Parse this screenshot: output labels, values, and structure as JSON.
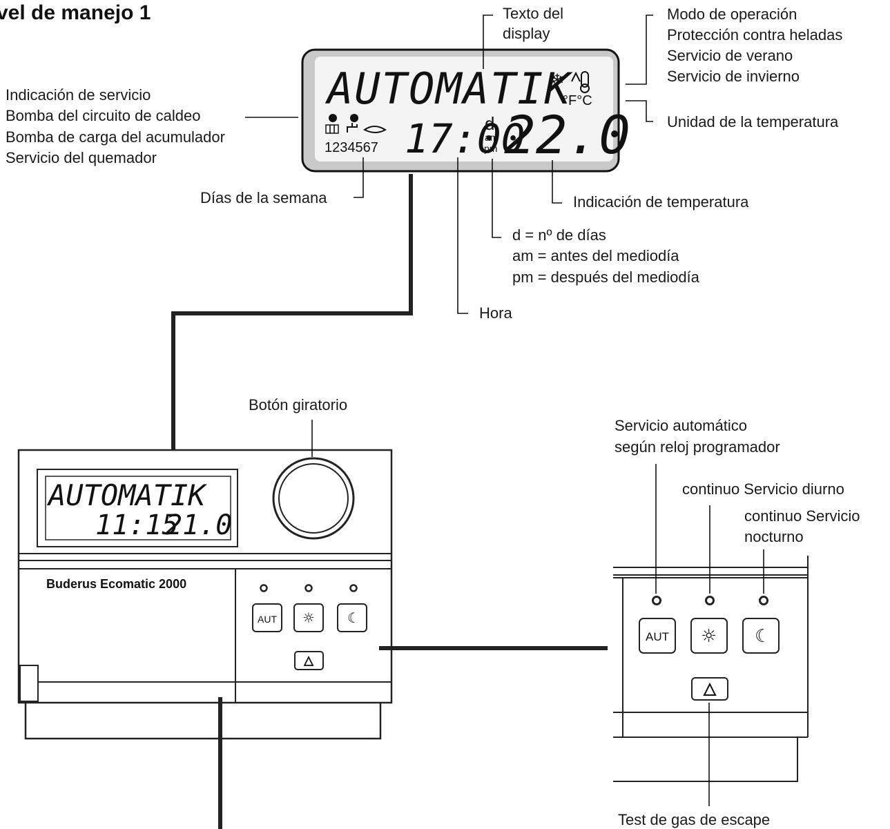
{
  "title": "vel de manejo 1",
  "display_top": {
    "text": "AUTOMATIK",
    "time": "17:00",
    "temperature": "22.0",
    "days": "1234567",
    "unit": "°F°C",
    "d": "d",
    "am": "am",
    "pm": "pm"
  },
  "labels": {
    "texto_display_1": "Texto del",
    "texto_display_2": "display",
    "modo_1": "Modo de operación",
    "modo_2": "Protección contra heladas",
    "modo_3": "Servicio de verano",
    "modo_4": "Servicio de invierno",
    "unidad": "Unidad de la temperatura",
    "ind_servicio_1": "Indicación de servicio",
    "ind_servicio_2": "Bomba del circuito de caldeo",
    "ind_servicio_3": "Bomba de carga del acumulador",
    "ind_servicio_4": "Servicio del quemador",
    "dias": "Días de la semana",
    "ind_temp": "Indicación de temperatura",
    "d_legend": "d   = nº de días",
    "am_legend": "am = antes del mediodía",
    "pm_legend": "pm = después del mediodía",
    "hora": "Hora",
    "boton": "Botón giratorio",
    "auto_1": "Servicio automático",
    "auto_2": "según reloj programador",
    "diurno": "continuo Servicio diurno",
    "nocturno_1": "continuo Servicio",
    "nocturno_2": "nocturno",
    "test": "Test de gas de escape"
  },
  "device": {
    "brand": "Buderus Ecomatic 2000",
    "lcd_text": "AUTOMATIK",
    "lcd_time": "11:15",
    "lcd_temp": "21.0",
    "btn_aut": "AUT"
  },
  "icons": [
    "snowflake-icon",
    "thermometer-icon",
    "pump-icon",
    "radiator-icon",
    "tap-icon",
    "flame-icon",
    "sun-icon",
    "moon-icon",
    "chimney-sweep-icon"
  ]
}
